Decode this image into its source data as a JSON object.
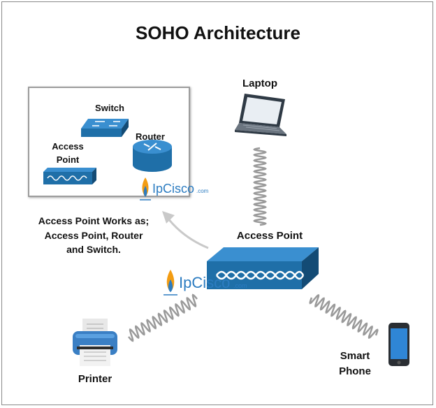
{
  "title": "SOHO Architecture",
  "nodes": {
    "laptop": "Laptop",
    "access_point": "Access Point",
    "printer": "Printer",
    "smartphone": [
      "Smart",
      "Phone"
    ]
  },
  "inset": {
    "switch": "Switch",
    "router": "Router",
    "access_point": [
      "Access",
      "Point"
    ]
  },
  "note": [
    "Access Point Works as;",
    "Access Point, Router",
    "and Switch."
  ],
  "watermark": {
    "name": "IpCisco",
    "suffix": ".com"
  },
  "colors": {
    "device_blue": "#1f6fa8",
    "device_dark": "#134b75",
    "wave": "#9a9a9a",
    "brand_orange": "#f39c12",
    "brand_blue": "#2c7cc1"
  }
}
